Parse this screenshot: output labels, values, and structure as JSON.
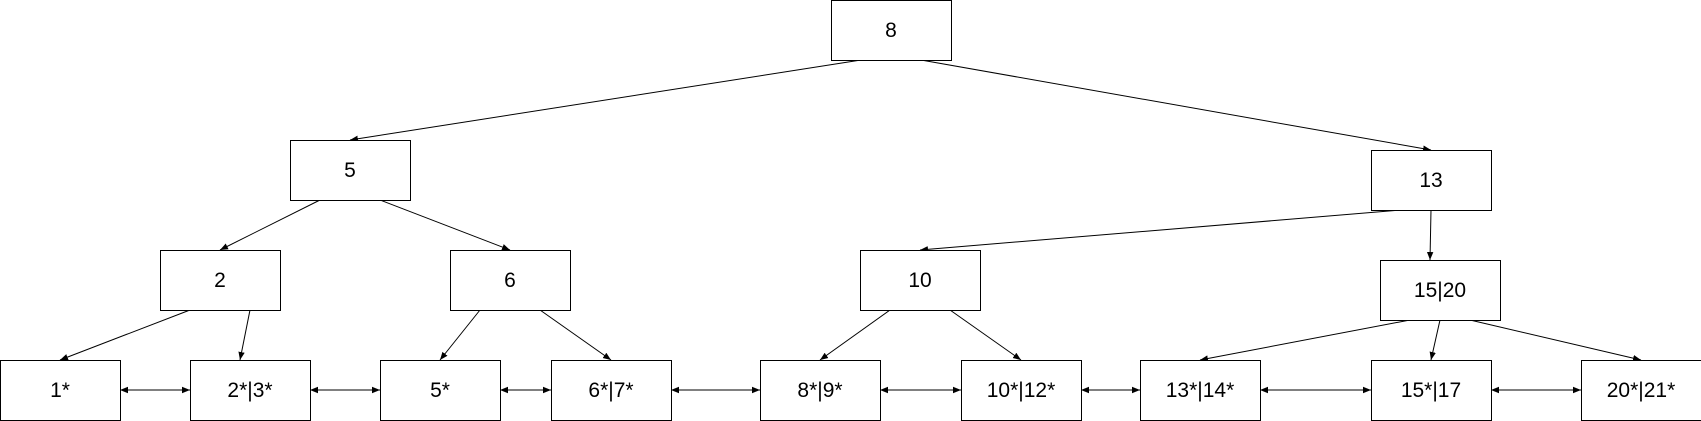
{
  "diagram": {
    "type": "b-plus-tree",
    "nodes": [
      {
        "id": "root",
        "label": "8"
      },
      {
        "id": "n5",
        "label": "5"
      },
      {
        "id": "n13",
        "label": "13"
      },
      {
        "id": "n2",
        "label": "2"
      },
      {
        "id": "n6",
        "label": "6"
      },
      {
        "id": "n10",
        "label": "10"
      },
      {
        "id": "n15_20",
        "label": "15|20"
      },
      {
        "id": "leaf1",
        "label": "1*"
      },
      {
        "id": "leaf2_3",
        "label": "2*|3*"
      },
      {
        "id": "leaf5",
        "label": "5*"
      },
      {
        "id": "leaf6_7",
        "label": "6*|7*"
      },
      {
        "id": "leaf8_9",
        "label": "8*|9*"
      },
      {
        "id": "leaf10_12",
        "label": "10*|12*"
      },
      {
        "id": "leaf13_14",
        "label": "13*|14*"
      },
      {
        "id": "leaf15_17",
        "label": "15*|17"
      },
      {
        "id": "leaf20_21",
        "label": "20*|21*"
      }
    ],
    "tree_edges": [
      {
        "from": "root",
        "to": "n5"
      },
      {
        "from": "root",
        "to": "n13"
      },
      {
        "from": "n5",
        "to": "n2"
      },
      {
        "from": "n5",
        "to": "n6"
      },
      {
        "from": "n13",
        "to": "n10"
      },
      {
        "from": "n13",
        "to": "n15_20"
      },
      {
        "from": "n2",
        "to": "leaf1"
      },
      {
        "from": "n2",
        "to": "leaf2_3"
      },
      {
        "from": "n6",
        "to": "leaf5"
      },
      {
        "from": "n6",
        "to": "leaf6_7"
      },
      {
        "from": "n10",
        "to": "leaf8_9"
      },
      {
        "from": "n10",
        "to": "leaf10_12"
      },
      {
        "from": "n15_20",
        "to": "leaf13_14"
      },
      {
        "from": "n15_20",
        "to": "leaf15_17"
      },
      {
        "from": "n15_20",
        "to": "leaf20_21"
      }
    ],
    "leaf_links": [
      {
        "from": "leaf1",
        "to": "leaf2_3",
        "direction": "both"
      },
      {
        "from": "leaf2_3",
        "to": "leaf5",
        "direction": "both"
      },
      {
        "from": "leaf5",
        "to": "leaf6_7",
        "direction": "both"
      },
      {
        "from": "leaf6_7",
        "to": "leaf8_9",
        "direction": "both"
      },
      {
        "from": "leaf8_9",
        "to": "leaf10_12",
        "direction": "both"
      },
      {
        "from": "leaf10_12",
        "to": "leaf13_14",
        "direction": "both"
      },
      {
        "from": "leaf13_14",
        "to": "leaf15_17",
        "direction": "both"
      },
      {
        "from": "leaf15_17",
        "to": "leaf20_21",
        "direction": "both"
      }
    ]
  }
}
